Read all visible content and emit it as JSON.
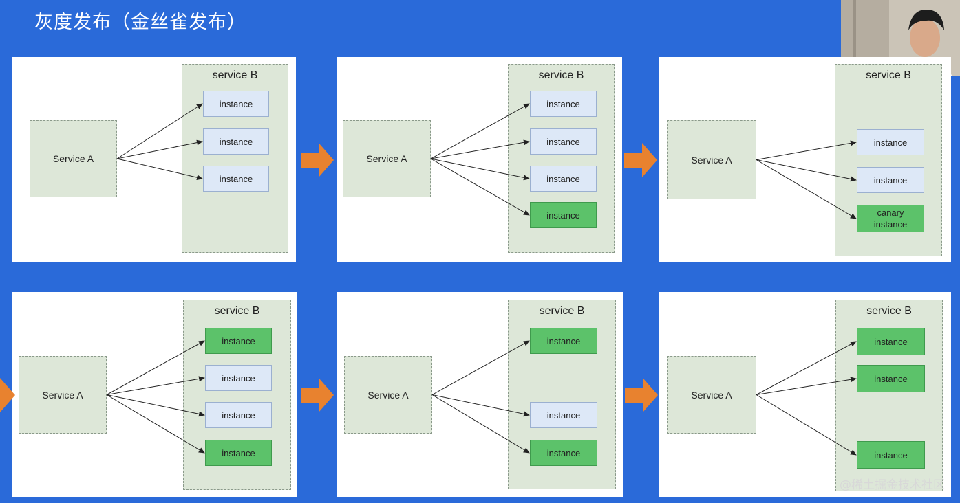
{
  "title": "灰度发布（金丝雀发布）",
  "labels": {
    "service_a": "Service A",
    "service_b": "service B",
    "instance": "instance",
    "canary_instance": "canary\ninstance"
  },
  "colors": {
    "background": "#2a6ad9",
    "old_instance": "#dde8f7",
    "new_instance": "#5cc26a",
    "service_box": "#dde7d8",
    "transition_arrow": "#e8822f"
  },
  "panels": [
    {
      "instances": [
        {
          "version": "old",
          "label": "instance"
        },
        {
          "version": "old",
          "label": "instance"
        },
        {
          "version": "old",
          "label": "instance"
        }
      ]
    },
    {
      "instances": [
        {
          "version": "old",
          "label": "instance"
        },
        {
          "version": "old",
          "label": "instance"
        },
        {
          "version": "old",
          "label": "instance"
        },
        {
          "version": "new",
          "label": "instance"
        }
      ]
    },
    {
      "instances": [
        {
          "version": "old",
          "label": "instance"
        },
        {
          "version": "old",
          "label": "instance"
        },
        {
          "version": "new",
          "label": "canary\ninstance"
        }
      ]
    },
    {
      "instances": [
        {
          "version": "new",
          "label": "instance"
        },
        {
          "version": "old",
          "label": "instance"
        },
        {
          "version": "old",
          "label": "instance"
        },
        {
          "version": "new",
          "label": "instance"
        }
      ]
    },
    {
      "instances": [
        {
          "version": "new",
          "label": "instance"
        },
        {
          "version": "old",
          "label": "instance"
        },
        {
          "version": "new",
          "label": "instance"
        }
      ]
    },
    {
      "instances": [
        {
          "version": "new",
          "label": "instance"
        },
        {
          "version": "new",
          "label": "instance"
        },
        {
          "version": "new",
          "label": "instance"
        }
      ]
    }
  ],
  "watermark": "@稀土掘金技术社区",
  "webcam_icon": "presenter-webcam"
}
